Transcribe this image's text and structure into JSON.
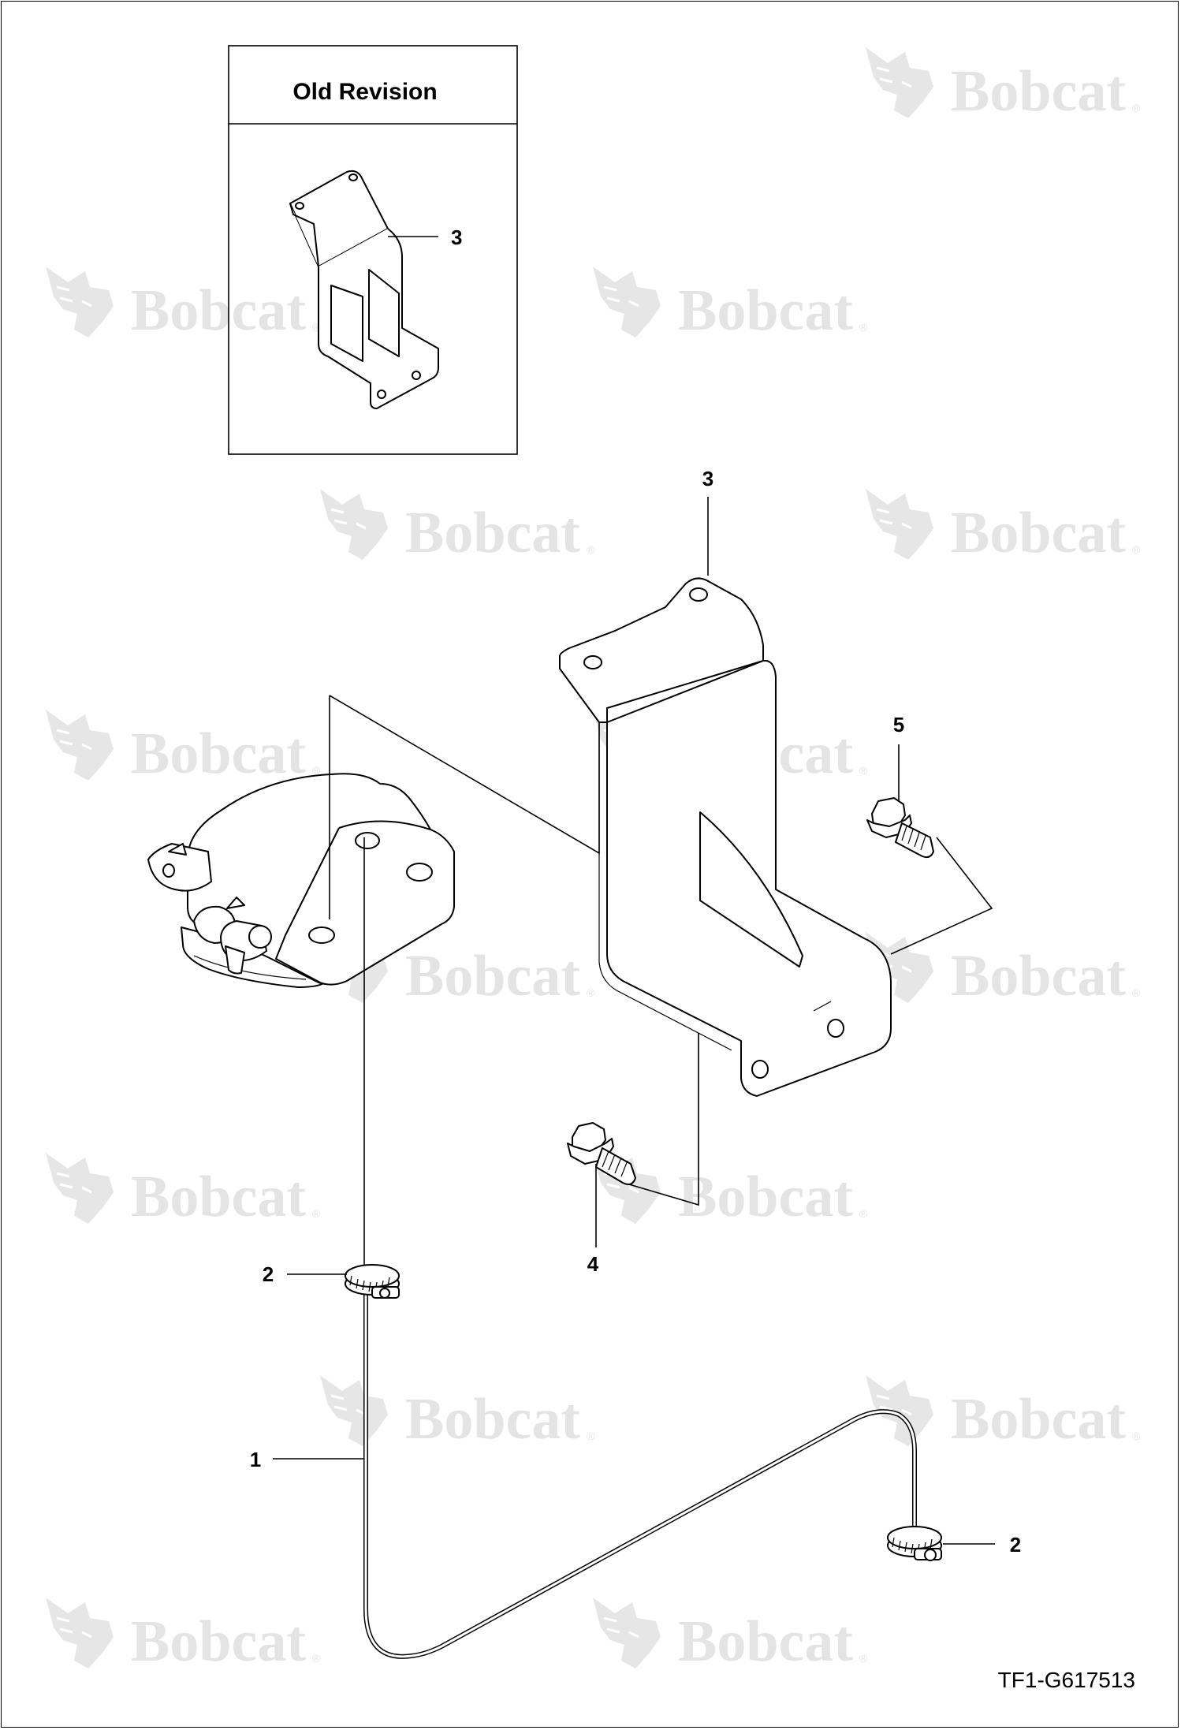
{
  "inset": {
    "title": "Old Revision",
    "callout": "3"
  },
  "callouts": {
    "c1": "1",
    "c2a": "2",
    "c2b": "2",
    "c3": "3",
    "c4": "4",
    "c5": "5"
  },
  "drawing_code": "TF1-G617513",
  "watermark": {
    "text": "Bobcat",
    "reg": "®"
  }
}
